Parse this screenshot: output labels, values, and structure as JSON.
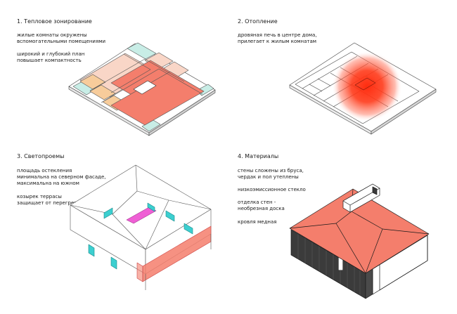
{
  "panels": [
    {
      "title": "1. Тепловое зонирование",
      "paragraphs": [
        "жилые комнаты окружены\nвспомогательными помещениями",
        "широкий и глубокий план\nповышает компактность"
      ]
    },
    {
      "title": "2. Отопление",
      "paragraphs": [
        "дровяная печь в центре дома,\nприлегает к жилым комнатам"
      ]
    },
    {
      "title": "3. Светопроемы",
      "paragraphs": [
        "площадь остекления\nминимальна на северном фасаде,\nмаксимальна на южном",
        "козырек террасы\nзащищает от перегрева"
      ]
    },
    {
      "title": "4. Материалы",
      "paragraphs": [
        "стены сложены из бруса,\nчердак и пол утеплены",
        "низкоэмиссионное стекло",
        "отделка стен -\nнеобрезная доска",
        "кровля медная"
      ]
    }
  ],
  "colors": {
    "warm_zone": "#f47e6c",
    "light_zone": "#f9d6c7",
    "aux_zone": "#f7cc9b",
    "cool_zone": "#c8ede6",
    "glass": "#3ccfd0",
    "skylight": "#ef5fd5",
    "heat": "#ff2d10",
    "roof": "#f47e6c",
    "wall_dark": "#3b3b3b",
    "line": "#1a1a1a"
  }
}
